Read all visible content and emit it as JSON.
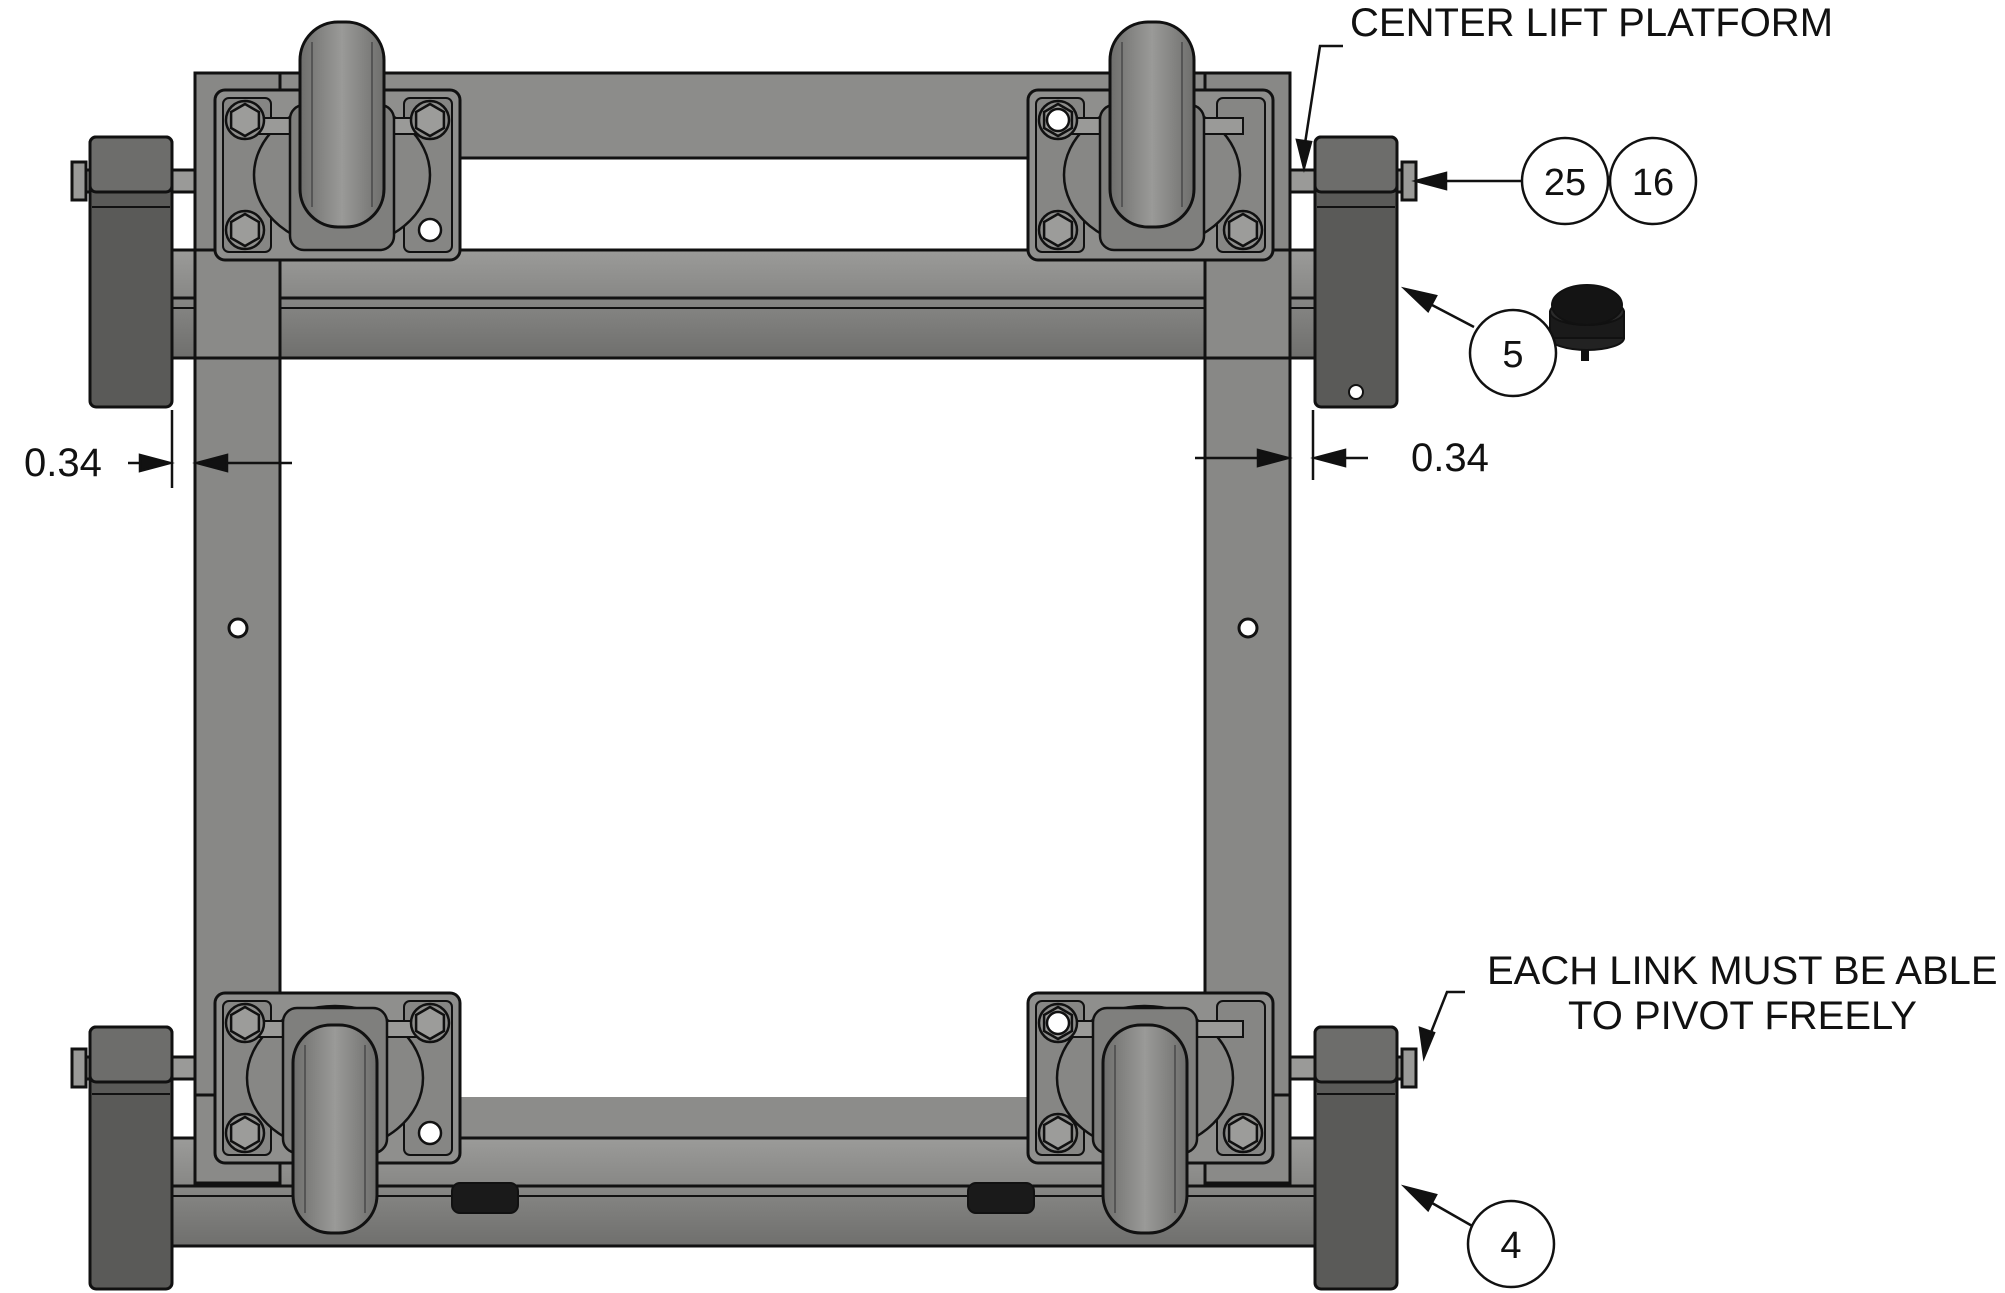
{
  "notes": {
    "center_lift": "CENTER LIFT PLATFORM",
    "pivot_line1": "EACH LINK MUST BE ABLE",
    "pivot_line2": "TO PIVOT FREELY"
  },
  "dimensions": {
    "left": "0.34",
    "right": "0.34"
  },
  "balloons": {
    "b25": "25",
    "b16": "16",
    "b5": "5",
    "b4": "4"
  },
  "colors": {
    "frame": "#8a8a88",
    "frame_dark": "#5c5c5a",
    "wheel": "#7b7b79",
    "link": "#555553",
    "outline": "#111111",
    "cap": "#1a1a1a"
  }
}
